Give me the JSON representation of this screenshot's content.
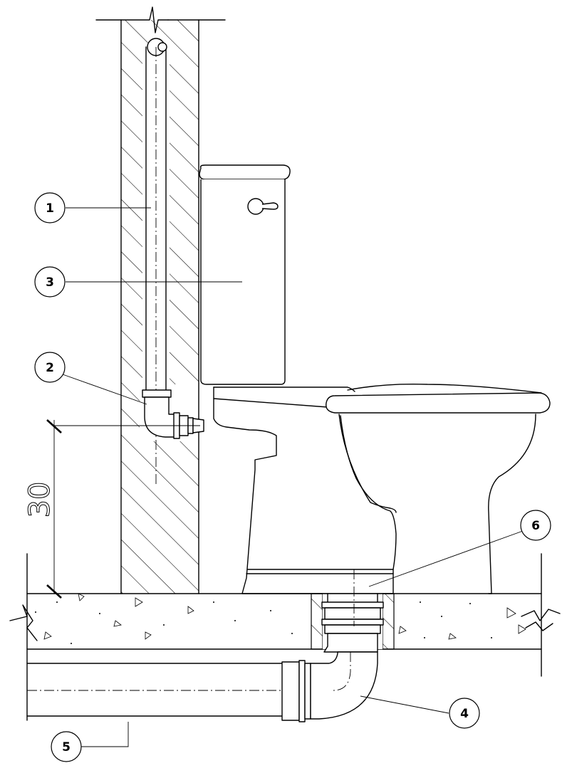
{
  "diagram": {
    "callouts": [
      {
        "id": "1",
        "label": "1"
      },
      {
        "id": "2",
        "label": "2"
      },
      {
        "id": "3",
        "label": "3"
      },
      {
        "id": "4",
        "label": "4"
      },
      {
        "id": "5",
        "label": "5"
      },
      {
        "id": "6",
        "label": "6"
      }
    ],
    "dimension": {
      "value": "30"
    }
  }
}
